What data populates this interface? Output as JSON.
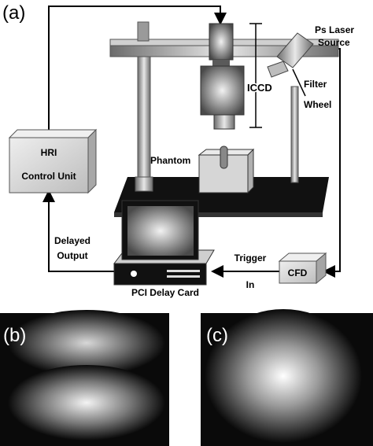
{
  "panels": {
    "a": {
      "label": "(a)"
    },
    "b": {
      "label": "(b)"
    },
    "c": {
      "label": "(c)"
    }
  },
  "labels": {
    "hri": "HRI",
    "control_unit": "Control Unit",
    "iccd": "ICCD",
    "ps_laser": "Ps Laser",
    "source": "Source",
    "filter": "Filter",
    "wheel": "Wheel",
    "phantom": "Phantom",
    "delayed": "Delayed",
    "output": "Output",
    "trigger": "Trigger",
    "in": "In",
    "cfd": "CFD",
    "pci_delay_card": "PCI Delay Card"
  },
  "colors": {
    "background": "#ffffff",
    "line": "#000000",
    "box_fill": "#d9d9d9",
    "table": "#111111",
    "image_panel": "#0a0a0a"
  }
}
